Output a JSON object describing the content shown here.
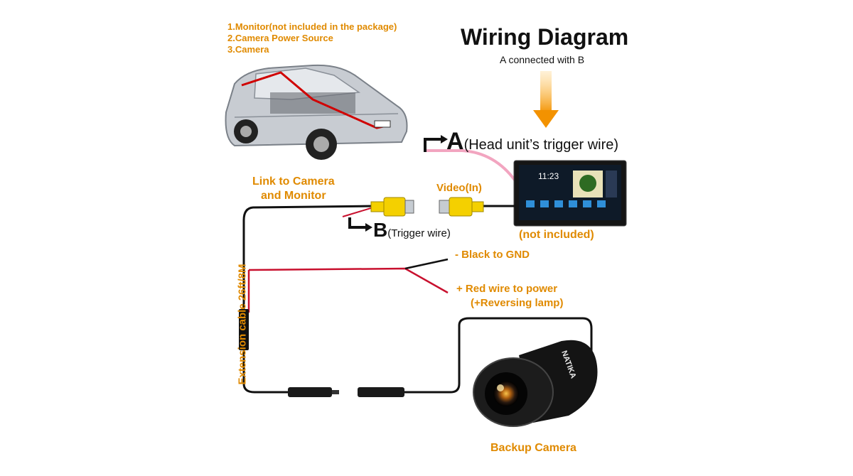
{
  "legend": {
    "item1": "1.Monitor(not included in the package)",
    "item2": "2.Camera Power Source",
    "item3": "3.Camera"
  },
  "title": "Wiring Diagram",
  "subtitle": "A connected with B",
  "label_a_letter": "A",
  "label_a_text": "(Head unit’s trigger wire)",
  "label_b_letter": "B",
  "label_b_text": "(Trigger wire)",
  "link_label_line1": "Link to Camera",
  "link_label_line2": "and Monitor",
  "video_label": "Video(In)",
  "monitor_note": "(not included)",
  "monitor_screen": {
    "clock": "11:23"
  },
  "black_label": "- Black to GND",
  "red_label_line1": "+ Red wire to power",
  "red_label_line2": "(+Reversing lamp)",
  "extension_label": "Extension cable 26ft/8M",
  "camera_brand": "NATIKA",
  "camera_label": "Backup Camera",
  "colors": {
    "accent": "#e08a00",
    "wire_black": "#111111",
    "wire_red": "#c8102e",
    "wire_pink": "#f2a5c0",
    "rca_yellow": "#f4d000"
  }
}
